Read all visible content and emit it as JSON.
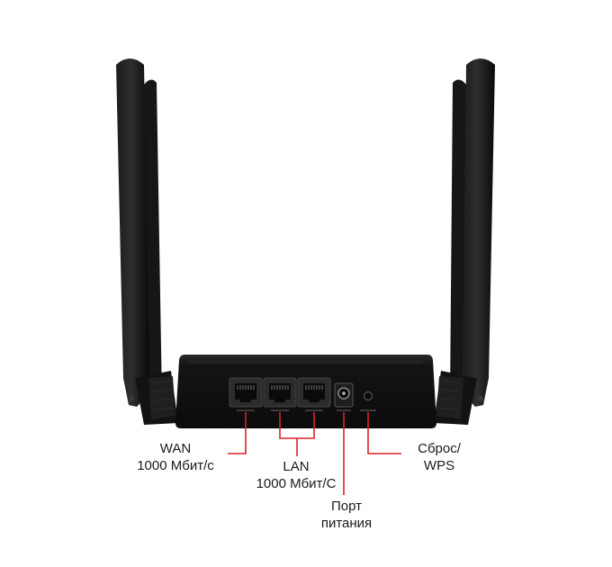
{
  "callouts": {
    "wan": {
      "line1": "WAN",
      "line2": "1000 Мбит/с"
    },
    "lan": {
      "line1": "LAN",
      "line2": "1000 Мбит/С"
    },
    "power": {
      "line1": "Порт",
      "line2": "питания"
    },
    "reset_wps": {
      "line1": "Сброс/",
      "line2": "WPS"
    }
  },
  "colors": {
    "background": "#ffffff",
    "device": "#0d0d0d",
    "callout_line": "#d9232b",
    "label_text": "#1a1a1a"
  },
  "ports": {
    "ethernet_count": 3
  }
}
